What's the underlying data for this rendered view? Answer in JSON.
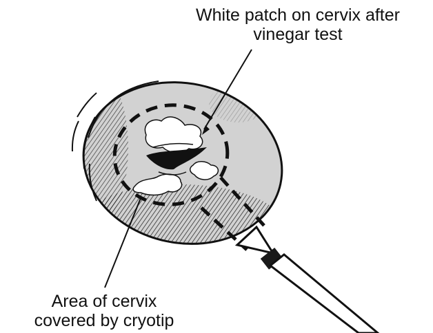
{
  "labels": {
    "white_patch": [
      "White patch on cervix after",
      "vinegar test"
    ],
    "cryotip_area": [
      "Area of cervix",
      "covered by cryotip"
    ]
  },
  "colors": {
    "ink": "#111111",
    "cervix_fill": "#d2d2d2",
    "background": "#ffffff"
  }
}
